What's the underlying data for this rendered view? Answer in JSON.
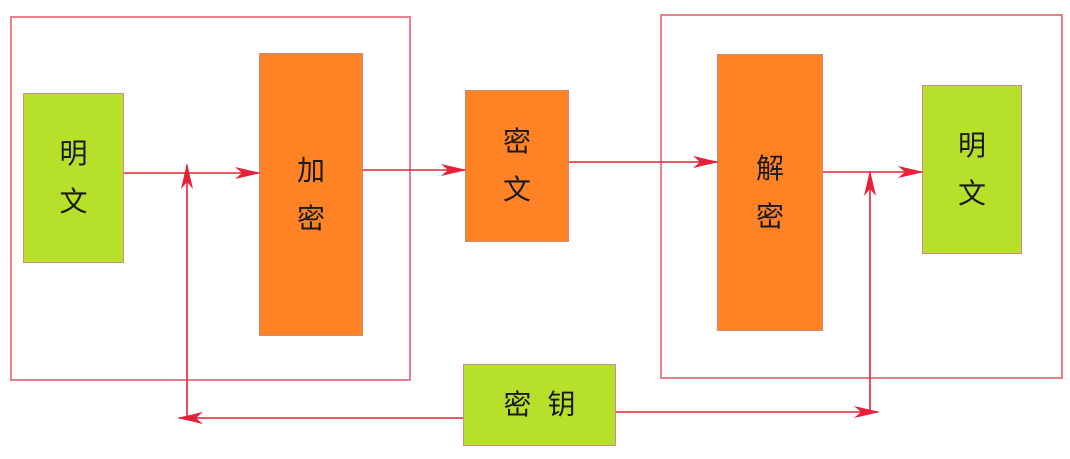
{
  "diagram": {
    "plaintext_left": [
      "明",
      "文"
    ],
    "encrypt": [
      "加",
      "密"
    ],
    "ciphertext": [
      "密",
      "文"
    ],
    "decrypt": [
      "解",
      "密"
    ],
    "plaintext_right": [
      "明",
      "文"
    ],
    "key": [
      "密",
      "钥"
    ]
  },
  "colors": {
    "plaintext": "#b6e02a",
    "process": "#ff8325",
    "line": "#e8203a",
    "frame": "#e8808a"
  }
}
